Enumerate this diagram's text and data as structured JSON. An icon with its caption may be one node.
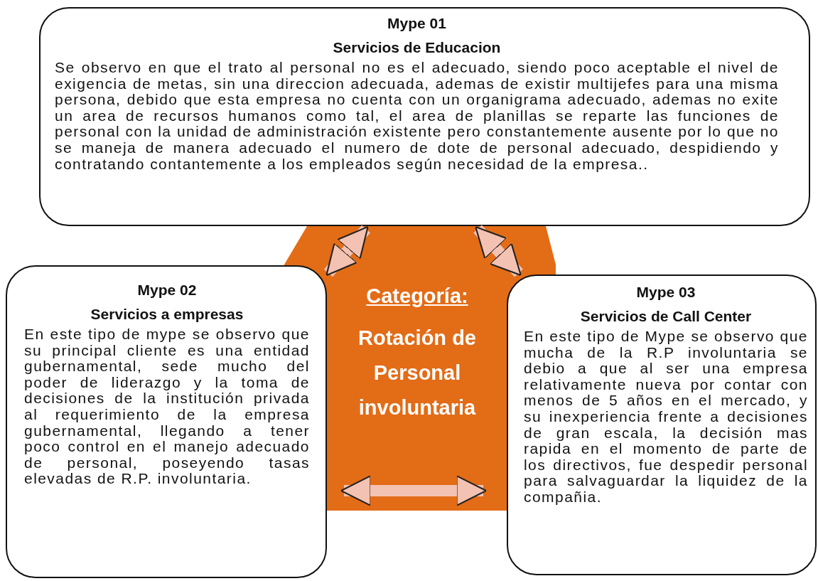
{
  "diagram": {
    "nodes": [
      {
        "text": [
          "Mype 01",
          "Servicios de Educacion",
          "Se observo en que el trato al personal no es el adecuado, siendo poco aceptable el nivel de exigencia de metas, sin una direccion adecuada, ademas de existir multijefes para una misma persona, debido que esta empresa no cuenta con un organigrama adecuado, ademas no exite un area de recursos humanos como tal, el area de planillas se reparte las funciones de personal con la unidad de administración existente pero constantemente ausente por lo que no se maneja de manera adecuado el numero de dote de personal adecuado, despidiendo  y contratando contantemente a los empleados según necesidad de la empresa.."
        ]
      },
      {
        "text": [
          "Mype 02",
          "Servicios a empresas",
          "En este tipo de mype se observo que su principal cliente es una entidad gubernamental, sede mucho del poder de liderazgo y la toma de decisiones de la institución privada al requerimiento de la empresa gubernamental, llegando a tener poco control en el manejo adecuado de personal, poseyendo tasas elevadas de R.P. involuntaria."
        ]
      },
      {
        "text": [
          "Categoría:",
          "Rotación de Personal involuntaria"
        ]
      },
      {
        "text": [
          "Mype 03",
          "Servicios de Call Center",
          "En este tipo de Mype se observo que mucha de la R.P involuntaria se debio a que al ser una empresa relativamente nueva por contar con menos de 5 años en el mercado, y su inexperiencia frente a decisiones de gran escala, la decisión mas rapida en el momento de parte de los directivos, fue despedir personal para salvaguardar la liquidez de la compañia."
        ]
      }
    ],
    "edges": [
      {
        "from": 0,
        "to": 1,
        "arrow": "both"
      },
      {
        "from": 0,
        "to": 3,
        "arrow": "both"
      },
      {
        "from": 1,
        "to": 3,
        "arrow": "both"
      }
    ]
  }
}
